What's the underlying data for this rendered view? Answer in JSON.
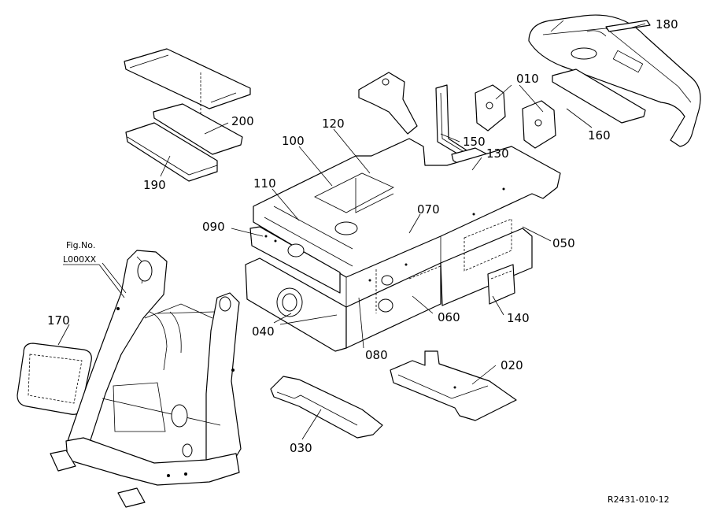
{
  "callouts": {
    "c010": "010",
    "c020": "020",
    "c030": "030",
    "c040": "040",
    "c050": "050",
    "c060": "060",
    "c070": "070",
    "c080": "080",
    "c090": "090",
    "c100": "100",
    "c110": "110",
    "c120": "120",
    "c130": "130",
    "c140": "140",
    "c150": "150",
    "c160": "160",
    "c170": "170",
    "c180": "180",
    "c190": "190",
    "c200": "200"
  },
  "fig_ref": {
    "line1": "Fig.No.",
    "line2": "L000XX"
  },
  "drawing_number": "R2431-010-12"
}
